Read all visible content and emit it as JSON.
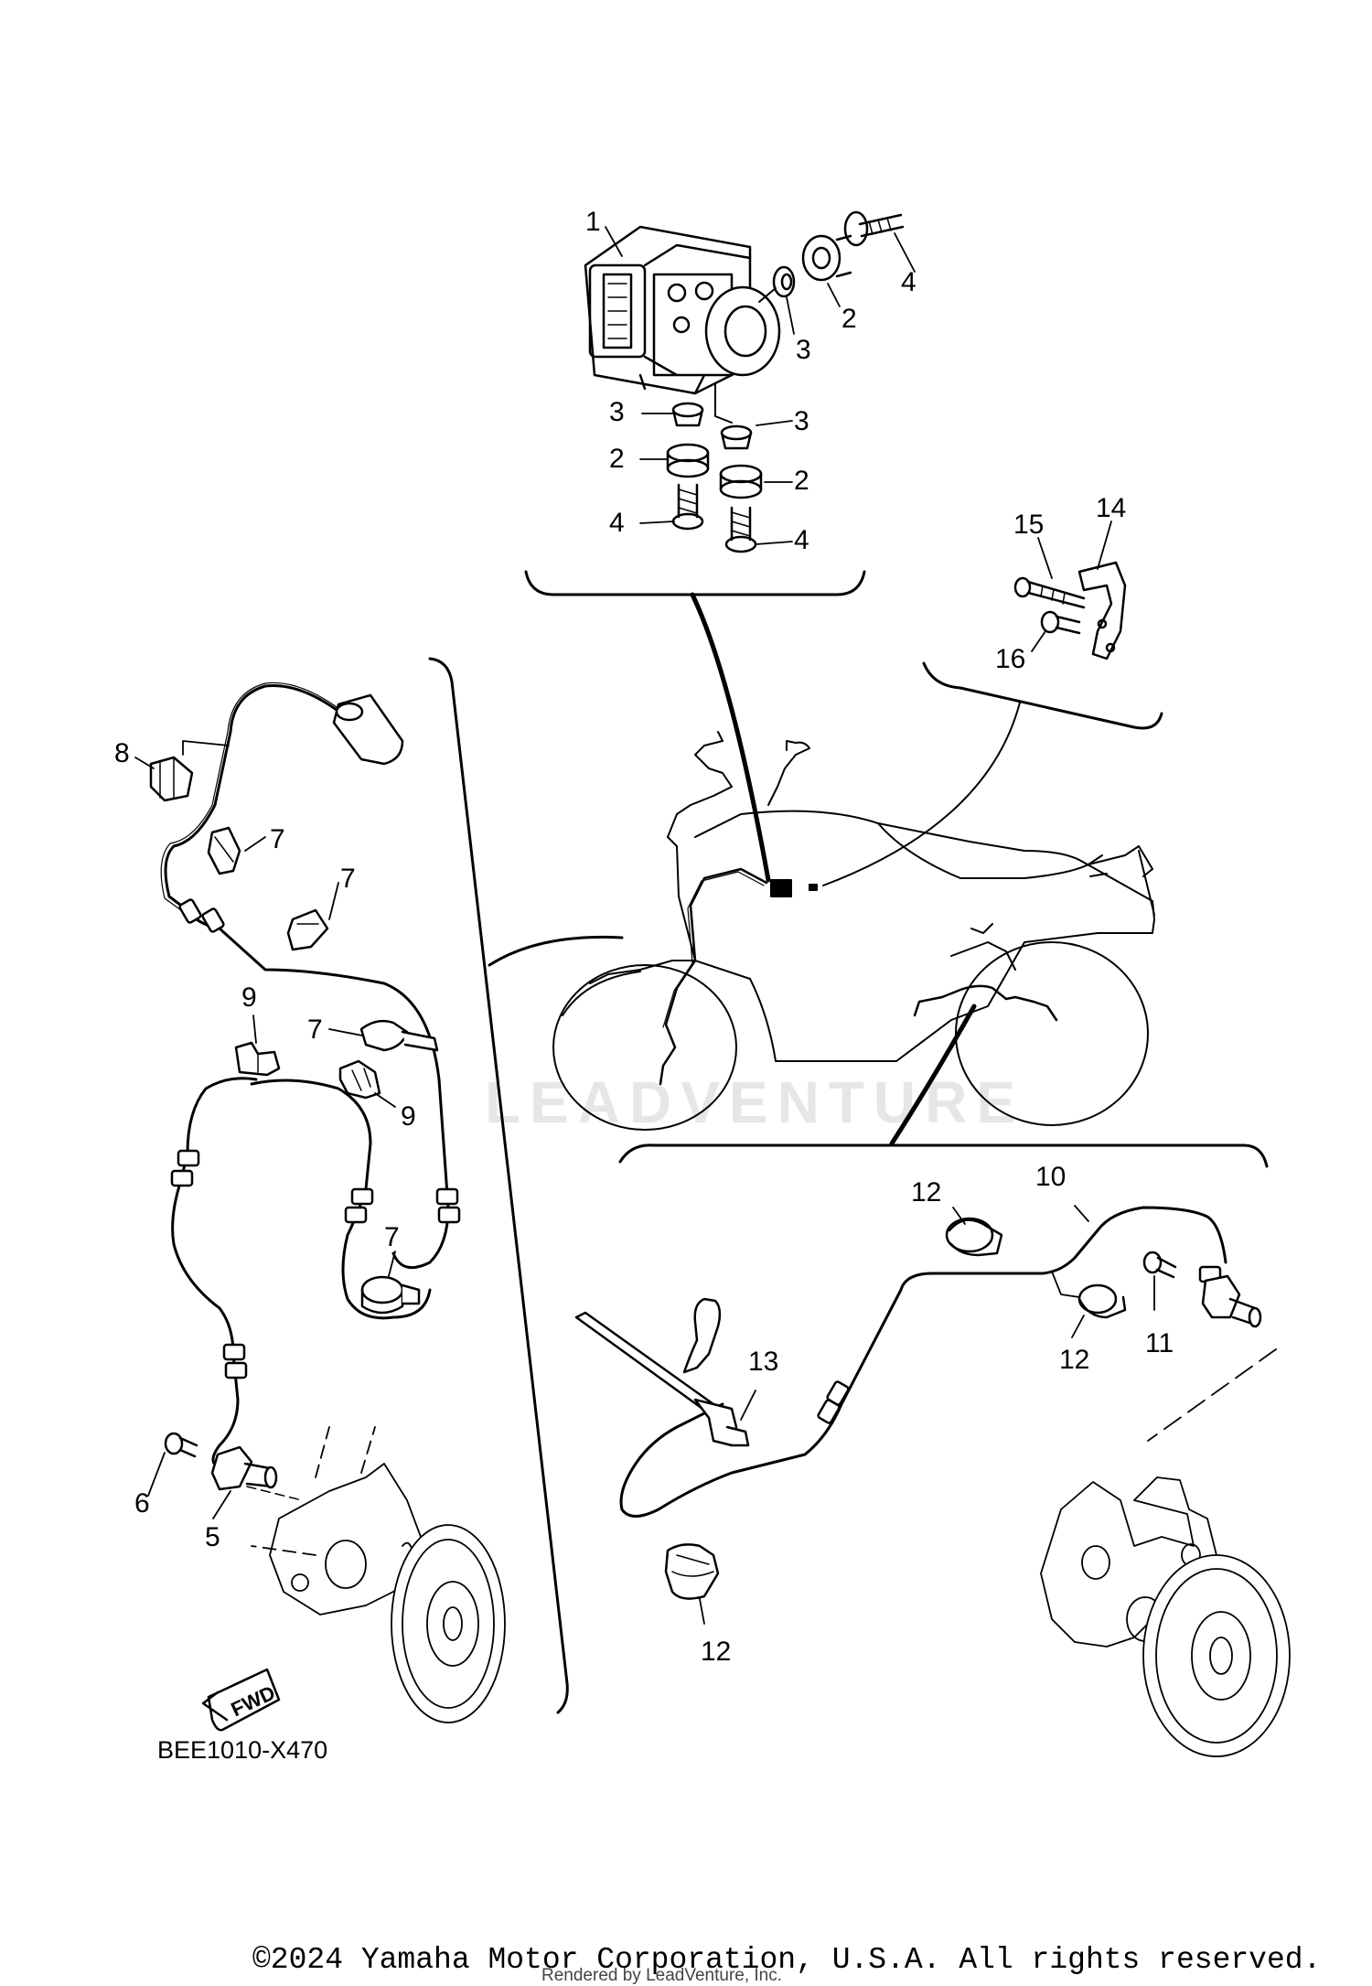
{
  "diagram": {
    "callouts": {
      "abs_unit": "1",
      "grommet": "2",
      "collar": "3",
      "bolt": "4",
      "front_sensor": "5",
      "front_sensor_bolt": "6",
      "clamp": "7",
      "coupler_holder": "8",
      "holder": "9",
      "rear_lead": "10",
      "rear_sensor_bolt": "11",
      "rear_clamp": "12",
      "bracket_clip": "13",
      "bracket": "14",
      "bracket_bolt": "15",
      "bracket_bolt_small": "16"
    },
    "drawing_code": "BEE1010-X470",
    "fwd_label": "FWD"
  },
  "watermark": "LEADVENTURE",
  "footer": {
    "copyright": "©2024 Yamaha Motor Corporation, U.S.A. All rights reserved.",
    "rendered_by": "Rendered by LeadVenture, Inc."
  }
}
